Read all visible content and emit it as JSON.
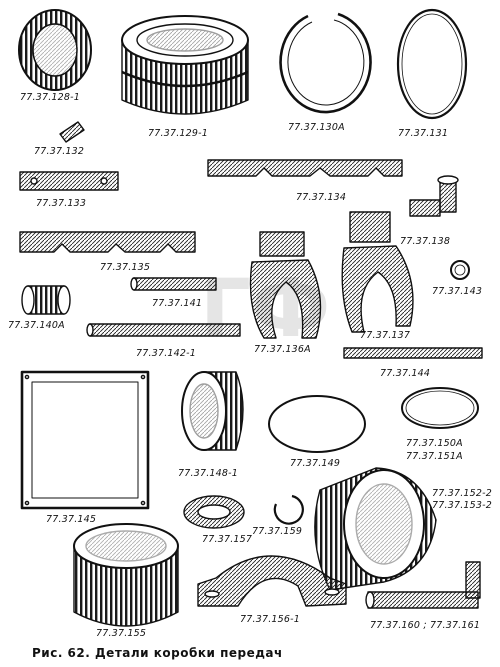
{
  "figure": {
    "caption": "Рис. 62. Детали коробки передач",
    "watermark": "ГФ",
    "parts": [
      {
        "id": "p128",
        "label": "77.37.128-1"
      },
      {
        "id": "p129",
        "label": "77.37.129-1"
      },
      {
        "id": "p130",
        "label": "77.37.130А"
      },
      {
        "id": "p131",
        "label": "77.37.131"
      },
      {
        "id": "p132",
        "label": "77.37.132"
      },
      {
        "id": "p133",
        "label": "77.37.133"
      },
      {
        "id": "p134",
        "label": "77.37.134"
      },
      {
        "id": "p135",
        "label": "77.37.135"
      },
      {
        "id": "p136",
        "label": "77.37.136А"
      },
      {
        "id": "p137",
        "label": "77.37.137"
      },
      {
        "id": "p138",
        "label": "77.37.138"
      },
      {
        "id": "p140",
        "label": "77.37.140А"
      },
      {
        "id": "p141",
        "label": "77.37.141"
      },
      {
        "id": "p142",
        "label": "77.37.142-1"
      },
      {
        "id": "p143",
        "label": "77.37.143"
      },
      {
        "id": "p144",
        "label": "77.37.144"
      },
      {
        "id": "p145",
        "label": "77.37.145"
      },
      {
        "id": "p148",
        "label": "77.37.148-1"
      },
      {
        "id": "p149",
        "label": "77.37.149"
      },
      {
        "id": "p150",
        "label": "77.37.150А"
      },
      {
        "id": "p151",
        "label": "77.37.151А"
      },
      {
        "id": "p152",
        "label": "77.37.152-2"
      },
      {
        "id": "p153",
        "label": "77.37.153-2"
      },
      {
        "id": "p155",
        "label": "77.37.155"
      },
      {
        "id": "p156",
        "label": "77.37.156-1"
      },
      {
        "id": "p157",
        "label": "77.37.157"
      },
      {
        "id": "p159",
        "label": "77.37.159"
      },
      {
        "id": "p160",
        "label": "77.37.160 ; 77.37.161"
      }
    ]
  }
}
